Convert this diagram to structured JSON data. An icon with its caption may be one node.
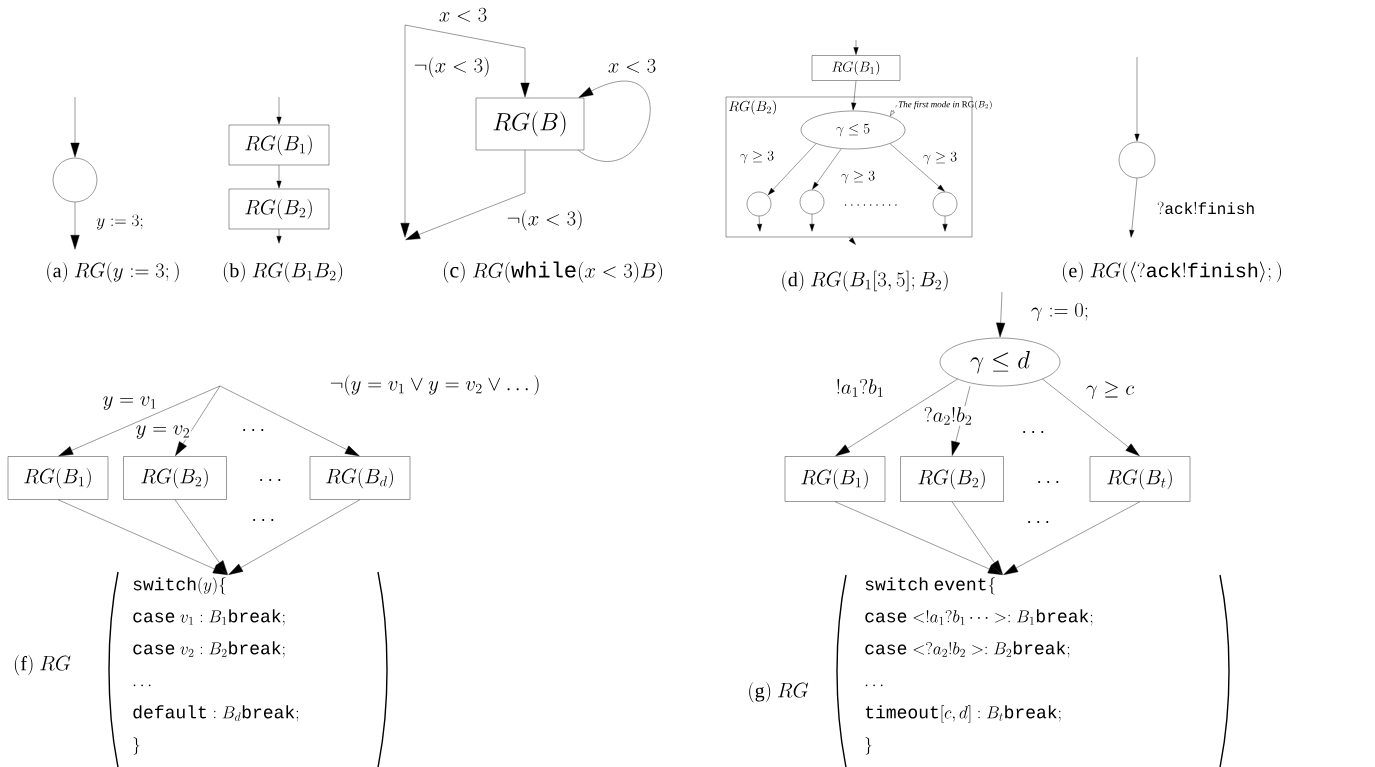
{
  "diagram": {
    "nodes": [
      {
        "text": [],
        "shape": "circle"
      },
      {
        "text": [
          "RG(B_1)"
        ]
      },
      {
        "text": [
          "RG(B_2)"
        ]
      },
      {
        "text": [
          "RG(B)"
        ]
      },
      {
        "text": [
          "RG(B_1)"
        ]
      },
      {
        "text": [
          "RG(B_2)"
        ]
      },
      {
        "text": [
          "\\gamma \\le 5"
        ],
        "in": 5
      },
      {
        "text": [],
        "shape": "circle",
        "in": 5
      },
      {
        "text": [],
        "shape": "circle",
        "in": 5
      },
      {
        "text": [],
        "shape": "circle",
        "in": 5
      },
      {
        "text": [
          "\\mathit{The\\ first\\ mode\\ in}\\ \\mathrm{RG}(B_2)"
        ]
      },
      {
        "text": [],
        "shape": "circle"
      },
      {
        "text": [
          "RG(B_1)"
        ]
      },
      {
        "text": [
          "RG(B_2)"
        ]
      },
      {
        "text": [
          "RG(B_d)"
        ]
      },
      {
        "text": [
          "\\mathtt{switch}(y)\\{",
          "\\mathtt{case}\\ v_1 : B_1\\mathtt{break};",
          "\\mathtt{case}\\ v_2 : B_2\\mathtt{break};",
          "\\dots",
          "\\mathtt{default} : B_d\\mathtt{break};",
          "\\}"
        ]
      },
      {
        "text": [
          "\\gamma \\le d"
        ]
      },
      {
        "text": [
          "RG(B_1)"
        ]
      },
      {
        "text": [
          "RG(B_2)"
        ]
      },
      {
        "text": [
          "RG(B_t)"
        ]
      },
      {
        "text": [
          "\\mathtt{switch\\ event}\\{",
          "\\mathtt{case} <!a_1?b_1 \\dots >: B_1\\mathtt{break};",
          "\\mathtt{case} <?a_2!b_2 >: B_2\\mathtt{break};",
          "\\dots",
          "\\mathtt{timeout}[c,d] : B_t\\mathtt{break};",
          "\\}"
        ]
      }
    ],
    "edges": [
      {
        "from": null,
        "to": 0,
        "arrow": "to"
      },
      {
        "from": 0,
        "to": null,
        "arrow": "to",
        "label": "y := 3;"
      },
      {
        "from": null,
        "to": 1,
        "arrow": "to"
      },
      {
        "from": 1,
        "to": 2,
        "arrow": "to"
      },
      {
        "from": 2,
        "to": null,
        "arrow": "to"
      },
      {
        "from": null,
        "to": 3,
        "arrow": "to",
        "label": "x < 3"
      },
      {
        "from": 3,
        "to": 3,
        "arrow": "to",
        "label": "x < 3"
      },
      {
        "from": 3,
        "to": null,
        "arrow": "to",
        "label": "\\neg(x < 3)"
      },
      {
        "from": null,
        "to": 4,
        "arrow": "to"
      },
      {
        "from": 4,
        "to": 6,
        "arrow": "to"
      },
      {
        "from": 10,
        "to": 6,
        "arrow": "to",
        "style": "dashed"
      },
      {
        "from": 6,
        "to": 7,
        "arrow": "to",
        "label": "\\gamma \\ge 3"
      },
      {
        "from": 6,
        "to": 8,
        "arrow": "to",
        "label": "\\gamma \\ge 3"
      },
      {
        "from": 6,
        "to": 9,
        "arrow": "to",
        "label": "\\gamma \\ge 3"
      },
      {
        "from": 7,
        "to": null,
        "arrow": "to"
      },
      {
        "from": 8,
        "to": null,
        "arrow": "to"
      },
      {
        "from": 9,
        "to": null,
        "arrow": "to"
      },
      {
        "from": 5,
        "to": null,
        "arrow": "to"
      },
      {
        "from": null,
        "to": 11,
        "arrow": "to"
      },
      {
        "from": 11,
        "to": null,
        "arrow": "to",
        "label": "\\mathtt{?ack!finish}"
      },
      {
        "from": null,
        "to": 12,
        "arrow": "to",
        "label": "y = v_1"
      },
      {
        "from": null,
        "to": 13,
        "arrow": "to",
        "label": "y = v_2"
      },
      {
        "from": null,
        "to": 14,
        "arrow": "to",
        "label": "\\neg(y = v_1 \\vee y = v_2 \\vee \\dots)"
      },
      {
        "from": 12,
        "to": 15,
        "arrow": "to"
      },
      {
        "from": 13,
        "to": 15,
        "arrow": "to"
      },
      {
        "from": 14,
        "to": 15,
        "arrow": "to"
      },
      {
        "from": null,
        "to": 16,
        "arrow": "to",
        "label": "\\gamma := 0;"
      },
      {
        "from": 16,
        "to": 17,
        "arrow": "to",
        "label": "!a_1?b_1"
      },
      {
        "from": 16,
        "to": 18,
        "arrow": "to",
        "label": "?a_2!b_2"
      },
      {
        "from": 16,
        "to": 19,
        "arrow": "to",
        "label": "\\gamma \\ge c"
      },
      {
        "from": 17,
        "to": 20,
        "arrow": "to"
      },
      {
        "from": 18,
        "to": 20,
        "arrow": "to"
      },
      {
        "from": 19,
        "to": 20,
        "arrow": "to"
      }
    ],
    "labels": [
      "\\mathrm{(a)}\\ RG(y := 3;)",
      "\\mathrm{(b)}\\ RG(B_1 B_2)",
      "\\neg(x < 3)",
      "\\mathrm{(c)}\\ RG(\\mathtt{while}(x < 3)B)",
      "\\dots\\dots\\dots",
      "\\mathrm{(d)}\\ RG(B_1[3,5];B_2)",
      "\\mathrm{(e)}\\ RG(\\langle\\mathtt{?ack!finish}\\rangle;)",
      "\\dots",
      "\\dots",
      "\\dots",
      "\\mathrm{(f)}\\ RG",
      "\\dots",
      "\\dots",
      "\\dots",
      "\\mathrm{(g)}\\ RG"
    ]
  }
}
